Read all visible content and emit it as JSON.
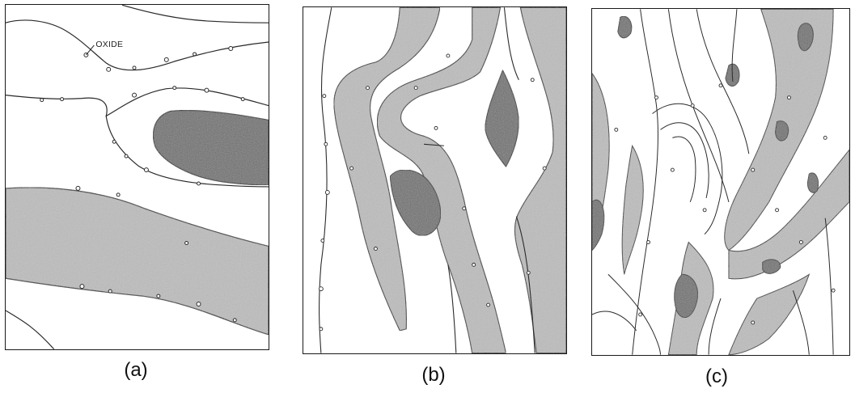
{
  "figure": {
    "panels": [
      {
        "id": "a",
        "caption": "(a)",
        "callout": "OXIDE"
      },
      {
        "id": "b",
        "caption": "(b)"
      },
      {
        "id": "c",
        "caption": "(c)"
      }
    ]
  },
  "colors": {
    "stroke": "#2a2a2a",
    "light_grain": "#bdbdbd",
    "dark_grain": "#6f6f6f",
    "background": "#ffffff"
  }
}
